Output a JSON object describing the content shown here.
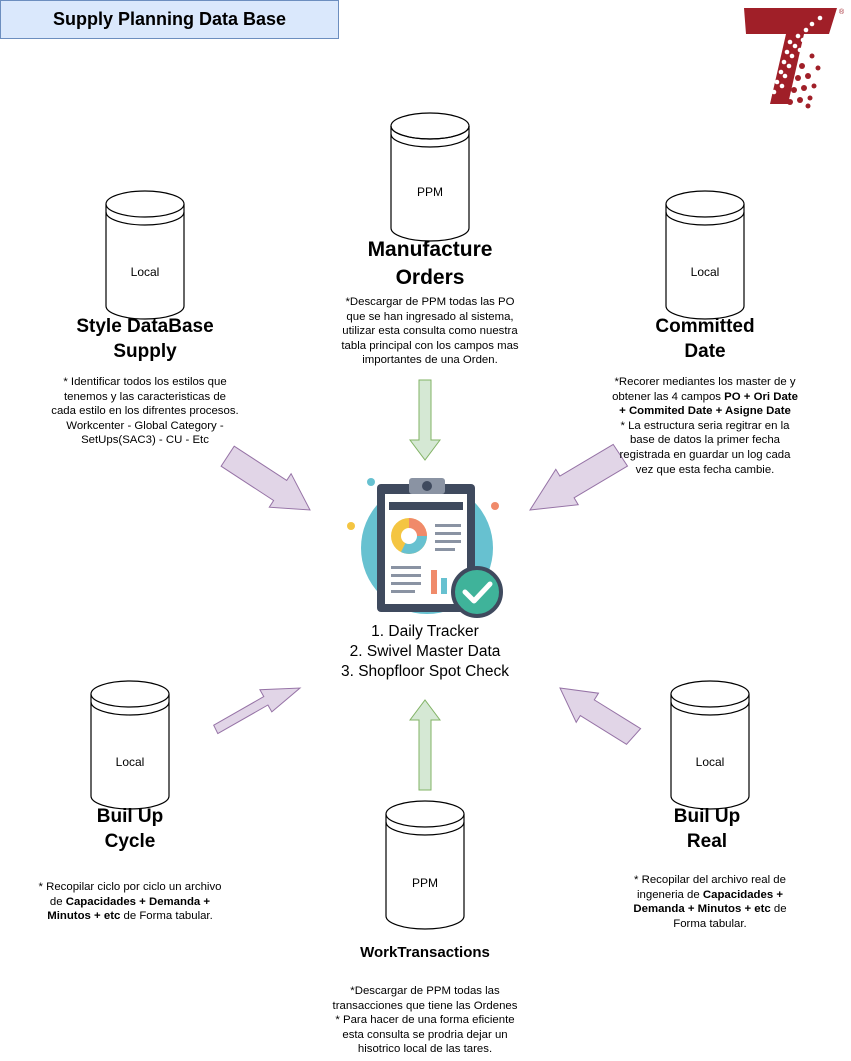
{
  "header": {
    "title": "Supply Planning Data Base"
  },
  "logo": {
    "name": "brand-logo",
    "color": "#a01f28"
  },
  "colors": {
    "purple_arrow_fill": "#e1d5e7",
    "purple_arrow_stroke": "#9673a6",
    "green_arrow_fill": "#d5e8d4",
    "green_arrow_stroke": "#82b366"
  },
  "nodes": {
    "manufacture": {
      "db": "PPM",
      "title_line1": "Manufacture",
      "title_line2": "Orders",
      "desc": [
        "*Descargar de PPM todas las PO",
        "que se han ingresado al sistema,",
        "utilizar esta consulta como nuestra",
        "tabla principal con los campos mas",
        "importantes de una Orden."
      ]
    },
    "style": {
      "db": "Local",
      "title_line1": "Style DataBase",
      "title_line2": "Supply",
      "desc": [
        "* Identificar todos los estilos que",
        "tenemos y las caracteristicas de",
        "cada estilo en los difrentes procesos.",
        "Workcenter - Global Category -",
        "SetUps(SAC3) - CU - Etc"
      ]
    },
    "committed": {
      "db": "Local",
      "title_line1": "Committed",
      "title_line2": "Date",
      "desc_1": "*Recorer mediantes los master de y",
      "desc_2a": "obtener las 4 campos ",
      "desc_2b": "PO + Ori Date",
      "desc_3": "+ Commited Date + Asigne Date",
      "desc_rest": [
        "* La estructura seria regitrar en la",
        "base de datos la primer fecha",
        "registrada en guardar un log cada",
        "vez que esta fecha cambie."
      ]
    },
    "cycle": {
      "db": "Local",
      "title_line1": "Buil Up",
      "title_line2": "Cycle",
      "desc_1": "* Recopilar ciclo por ciclo un archivo",
      "desc_2a": "de ",
      "desc_2b": "Capacidades + Demanda +",
      "desc_3a": "Minutos + etc",
      "desc_3b": " de Forma tabular."
    },
    "real": {
      "db": "Local",
      "title_line1": "Buil Up",
      "title_line2": "Real",
      "desc_1": "* Recopilar del archivo real de",
      "desc_2a": "ingeneria de ",
      "desc_2b": "Capacidades +",
      "desc_3a": "Demanda + Minutos + etc",
      "desc_3b": " de",
      "desc_4": "Forma tabular."
    },
    "work": {
      "db": "PPM",
      "title": "WorkTransactions",
      "desc": [
        "*Descargar de PPM todas las",
        "transacciones que tiene las Ordenes",
        "* Para hacer de una forma eficiente",
        "esta consulta se prodria dejar un",
        "hisotrico local de las tares."
      ]
    }
  },
  "center": {
    "icon": "clipboard-report-icon",
    "items": [
      "1. Daily Tracker",
      "2. Swivel Master Data",
      "3. Shopfloor Spot Check"
    ]
  }
}
